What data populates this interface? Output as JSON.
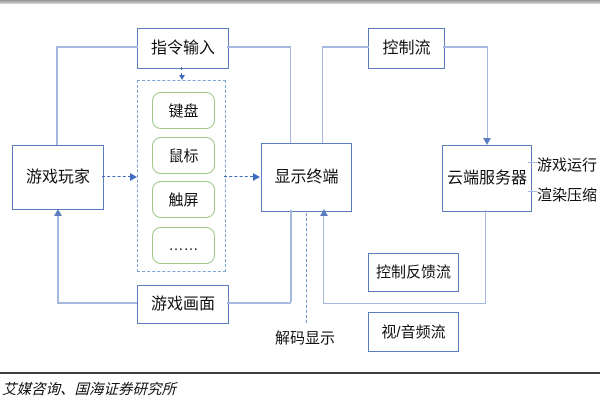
{
  "nodes": {
    "player": {
      "label": "游戏玩家"
    },
    "command_input": {
      "label": "指令输入"
    },
    "display_terminal": {
      "label": "显示终端"
    },
    "control_flow": {
      "label": "控制流"
    },
    "cloud_server": {
      "label": "云端服务器"
    },
    "game_screen": {
      "label": "游戏画面"
    },
    "control_feedback": {
      "label": "控制反馈流"
    },
    "av_stream": {
      "label": "视/音频流"
    }
  },
  "devices": {
    "items": [
      {
        "label": "键盘"
      },
      {
        "label": "鼠标"
      },
      {
        "label": "触屏"
      },
      {
        "label": "……"
      }
    ]
  },
  "annotations": {
    "decode_display": "解码显示",
    "game_running": "游戏运行",
    "render_compression": "渲染压缩"
  },
  "footer": {
    "source_note": "艾媒咨询、国海证券研究所"
  },
  "colors": {
    "node_border": "#5b7dc0",
    "device_border": "#9fc989",
    "device_container_border": "#7ba3d6",
    "connector": "#a5b9de",
    "dashed_arrow": "#3e6cc0",
    "footer_rule": "#3f3f3f",
    "top_bar": "#8f8f8f",
    "text": "#111111",
    "background": "#ffffff"
  }
}
